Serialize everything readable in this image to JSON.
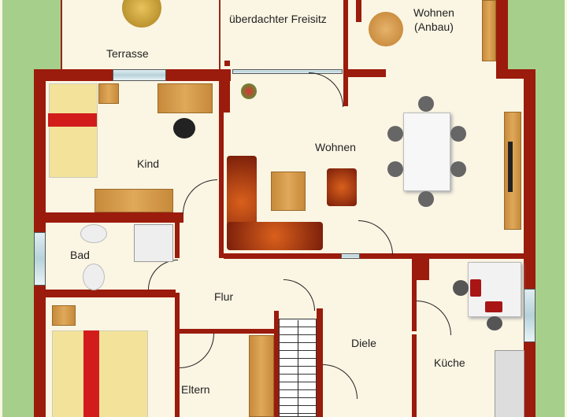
{
  "rooms": {
    "terrasse": "Terrasse",
    "freisitz": "überdachter Freisitz",
    "wohnen_anbau": "Wohnen\n(Anbau)",
    "kind": "Kind",
    "wohnen": "Wohnen",
    "bad": "Bad",
    "flur": "Flur",
    "diele": "Diele",
    "kueche": "Küche",
    "eltern": "Eltern"
  },
  "colors": {
    "wall": "#9b1b0c",
    "floor": "#fbf5e3",
    "grass": "#a6cf8c"
  }
}
